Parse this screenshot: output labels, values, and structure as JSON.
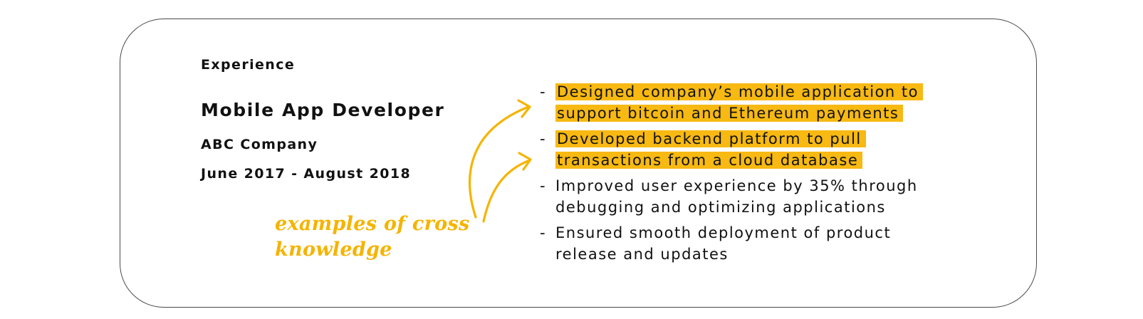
{
  "experience": {
    "section_heading": "Experience",
    "job_title": "Mobile App Developer",
    "company": "ABC Company",
    "dates": "June 2017 - August 2018"
  },
  "annotation": {
    "line1": "examples of cross",
    "line2": "knowledge"
  },
  "bullets": [
    {
      "line1": "Designed company’s mobile application to",
      "line2": "support bitcoin and Ethereum payments",
      "highlighted": true
    },
    {
      "line1": "Developed backend platform to pull",
      "line2": "transactions from a cloud database",
      "highlighted": true
    },
    {
      "line1": "Improved user experience by 35% through",
      "line2": "debugging and optimizing applications",
      "highlighted": false
    },
    {
      "line1": "Ensured smooth deployment of product",
      "line2": "release and updates",
      "highlighted": false
    }
  ],
  "dash": "-",
  "colors": {
    "highlight": "#f7b912",
    "annotation": "#f5b400",
    "border": "#4a4a4a",
    "text": "#111111"
  },
  "icons": {
    "arrow_upper": "curved-arrow-icon",
    "arrow_lower": "curved-arrow-icon"
  }
}
